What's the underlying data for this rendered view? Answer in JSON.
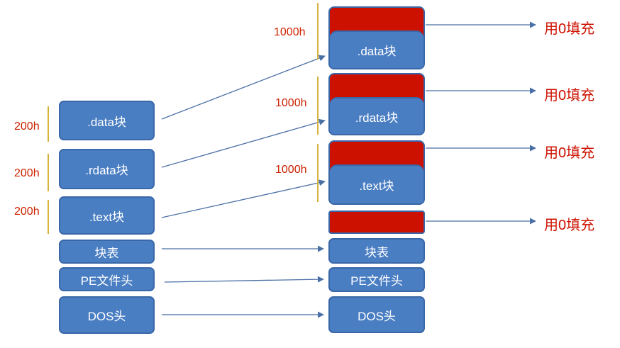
{
  "left_column": {
    "data": ".data块",
    "rdata": ".rdata块",
    "text": ".text块",
    "block_table": "块表",
    "pe_header": "PE文件头",
    "dos_header": "DOS头",
    "data_size": "200h",
    "rdata_size": "200h",
    "text_size": "200h"
  },
  "right_column": {
    "data": ".data块",
    "rdata": ".rdata块",
    "text": ".text块",
    "block_table": "块表",
    "pe_header": "PE文件头",
    "dos_header": "DOS头",
    "data_size": "1000h",
    "rdata_size": "1000h",
    "text_size": "1000h"
  },
  "fill_labels": [
    "用0填充",
    "用0填充",
    "用0填充",
    "用0填充"
  ],
  "colors": {
    "block_fill": "#4a7ec2",
    "padding_fill": "#cc1100",
    "size_text": "#cc2200",
    "arrow": "#4a6fa5",
    "bracket": "#d6b23a"
  }
}
